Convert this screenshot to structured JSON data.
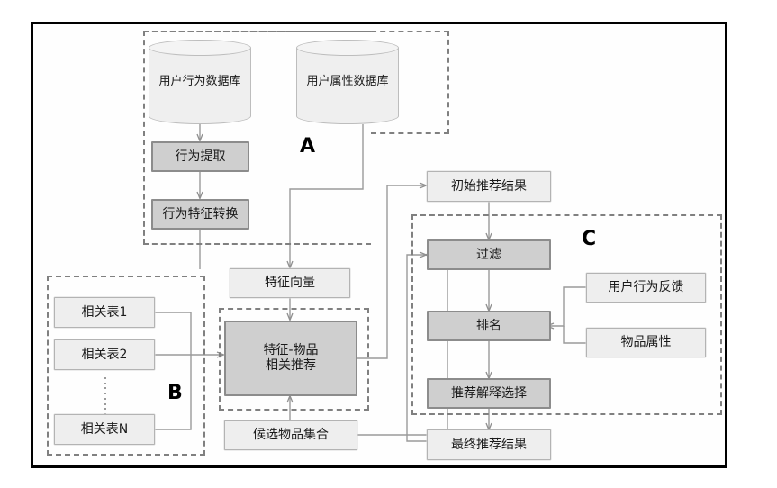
{
  "diagram": {
    "title": "Recommendation System Architecture Flowchart",
    "colors": {
      "frame_border": "#000000",
      "dark_node_fill": "#cfcfcf",
      "dark_node_border": "#8c8c8c",
      "light_node_fill": "#eeeeee",
      "light_node_border": "#b3b3b3",
      "group_border": "#808080",
      "wire": "#9a9a9a"
    },
    "groups": [
      {
        "id": "A",
        "letter": "A"
      },
      {
        "id": "B",
        "letter": "B"
      },
      {
        "id": "C",
        "letter": "C"
      }
    ],
    "nodes": [
      {
        "id": "user-behavior-db",
        "label": "用户行为数据库",
        "shape": "cylinder",
        "style": "light"
      },
      {
        "id": "user-attribute-db",
        "label": "用户属性数据库",
        "shape": "cylinder",
        "style": "light"
      },
      {
        "id": "behavior-extraction",
        "label": "行为提取",
        "shape": "rect",
        "style": "dark"
      },
      {
        "id": "behavior-feature-transform",
        "label": "行为特征转换",
        "shape": "rect",
        "style": "dark"
      },
      {
        "id": "feature-vector",
        "label": "特征向量",
        "shape": "rect",
        "style": "light"
      },
      {
        "id": "related-table-1",
        "label": "相关表1",
        "shape": "rect",
        "style": "light"
      },
      {
        "id": "related-table-2",
        "label": "相关表2",
        "shape": "rect",
        "style": "light"
      },
      {
        "id": "related-table-n",
        "label": "相关表N",
        "shape": "rect",
        "style": "light"
      },
      {
        "id": "feature-item-recommend",
        "label": "特征-物品\n相关推荐",
        "line1": "特征-物品",
        "line2": "相关推荐",
        "shape": "rect",
        "style": "dark"
      },
      {
        "id": "candidate-item-set",
        "label": "候选物品集合",
        "shape": "rect",
        "style": "light"
      },
      {
        "id": "initial-recommend-result",
        "label": "初始推荐结果",
        "shape": "rect",
        "style": "light"
      },
      {
        "id": "filter",
        "label": "过滤",
        "shape": "rect",
        "style": "dark"
      },
      {
        "id": "ranking",
        "label": "排名",
        "shape": "rect",
        "style": "dark"
      },
      {
        "id": "recommend-explain-select",
        "label": "推荐解释选择",
        "shape": "rect",
        "style": "dark"
      },
      {
        "id": "final-recommend-result",
        "label": "最终推荐结果",
        "shape": "rect",
        "style": "light"
      },
      {
        "id": "user-behavior-feedback",
        "label": "用户行为反馈",
        "shape": "rect",
        "style": "light"
      },
      {
        "id": "item-attribute",
        "label": "物品属性",
        "shape": "rect",
        "style": "light"
      }
    ],
    "edges": [
      {
        "from": "user-behavior-db",
        "to": "behavior-extraction"
      },
      {
        "from": "behavior-extraction",
        "to": "behavior-feature-transform"
      },
      {
        "from": "behavior-feature-transform",
        "to": "feature-vector"
      },
      {
        "from": "user-attribute-db",
        "to": "feature-vector"
      },
      {
        "from": "feature-vector",
        "to": "feature-item-recommend"
      },
      {
        "from": "related-table-1",
        "to": "feature-item-recommend"
      },
      {
        "from": "related-table-2",
        "to": "feature-item-recommend"
      },
      {
        "from": "related-table-n",
        "to": "feature-item-recommend"
      },
      {
        "from": "candidate-item-set",
        "to": "feature-item-recommend"
      },
      {
        "from": "feature-item-recommend",
        "to": "initial-recommend-result"
      },
      {
        "from": "initial-recommend-result",
        "to": "filter"
      },
      {
        "from": "candidate-item-set",
        "to": "filter"
      },
      {
        "from": "filter",
        "to": "ranking"
      },
      {
        "from": "user-behavior-feedback",
        "to": "ranking"
      },
      {
        "from": "item-attribute",
        "to": "ranking"
      },
      {
        "from": "ranking",
        "to": "recommend-explain-select"
      },
      {
        "from": "recommend-explain-select",
        "to": "final-recommend-result"
      },
      {
        "from": "final-recommend-result",
        "to": "filter"
      }
    ]
  }
}
